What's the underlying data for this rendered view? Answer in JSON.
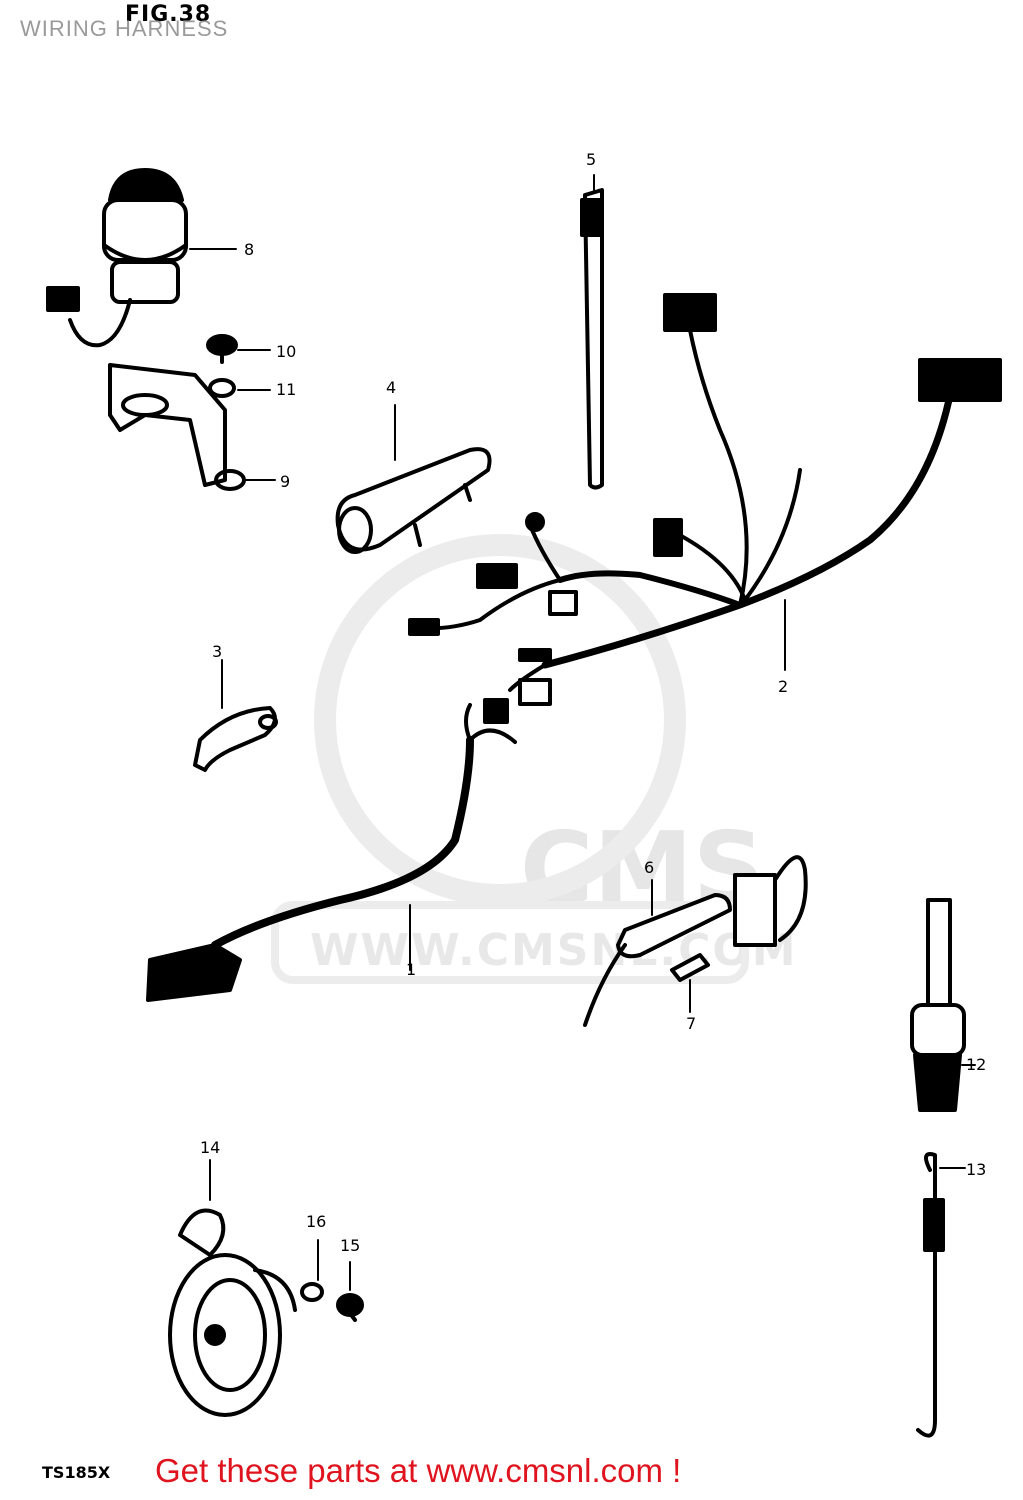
{
  "figure": {
    "fig_label": "FIG.38",
    "title": "WIRING HARNESS",
    "model": "TS185X"
  },
  "footer": {
    "link_text": "Get these parts at www.cmsnl.com !",
    "link_color": "#e0141e"
  },
  "watermark": {
    "logo": "CMS",
    "url": "WWW.CMSNL.COM"
  },
  "callouts": {
    "c1": "1",
    "c2": "2",
    "c3": "3",
    "c4": "4",
    "c5": "5",
    "c6": "6",
    "c7": "7",
    "c8": "8",
    "c9": "9",
    "c10": "10",
    "c11": "11",
    "c12": "12",
    "c13": "13",
    "c14": "14",
    "c15": "15",
    "c16": "16"
  }
}
